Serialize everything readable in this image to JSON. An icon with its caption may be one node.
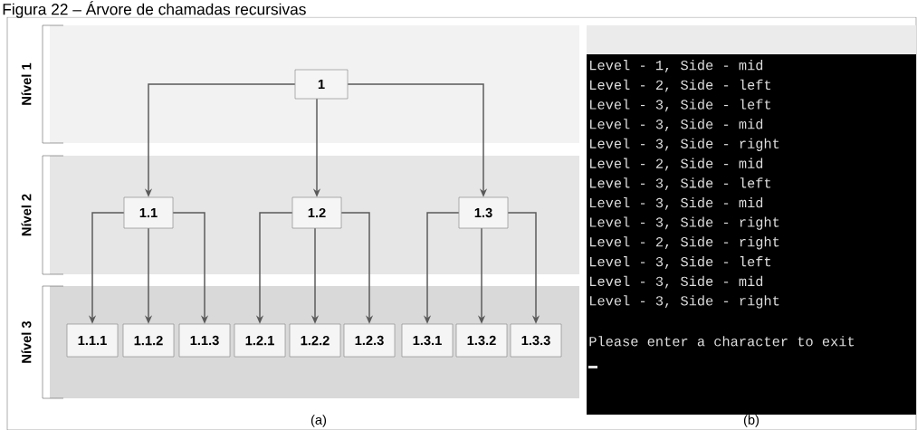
{
  "diagram": {
    "title": "Figura 22 – Árvore de chamadas recursivas",
    "nodes": [
      {
        "text": [
          "Nível 1"
        ]
      },
      {
        "text": [
          "Nível 2"
        ]
      },
      {
        "text": [
          "Nível 3"
        ]
      },
      {
        "text": [
          "1"
        ],
        "in": 0
      },
      {
        "text": [
          "1.1"
        ],
        "in": 1
      },
      {
        "text": [
          "1.2"
        ],
        "in": 1
      },
      {
        "text": [
          "1.3"
        ],
        "in": 1
      },
      {
        "text": [
          "1.1.1"
        ],
        "in": 2
      },
      {
        "text": [
          "1.1.2"
        ],
        "in": 2
      },
      {
        "text": [
          "1.1.3"
        ],
        "in": 2
      },
      {
        "text": [
          "1.2.1"
        ],
        "in": 2
      },
      {
        "text": [
          "1.2.2"
        ],
        "in": 2
      },
      {
        "text": [
          "1.2.3"
        ],
        "in": 2
      },
      {
        "text": [
          "1.3.1"
        ],
        "in": 2
      },
      {
        "text": [
          "1.3.2"
        ],
        "in": 2
      },
      {
        "text": [
          "1.3.3"
        ],
        "in": 2
      }
    ],
    "edges": [
      {
        "from": 3,
        "to": 4,
        "arrow": "to"
      },
      {
        "from": 3,
        "to": 5,
        "arrow": "to"
      },
      {
        "from": 3,
        "to": 6,
        "arrow": "to"
      },
      {
        "from": 4,
        "to": 7,
        "arrow": "to"
      },
      {
        "from": 4,
        "to": 8,
        "arrow": "to"
      },
      {
        "from": 4,
        "to": 9,
        "arrow": "to"
      },
      {
        "from": 5,
        "to": 10,
        "arrow": "to"
      },
      {
        "from": 5,
        "to": 11,
        "arrow": "to"
      },
      {
        "from": 5,
        "to": 12,
        "arrow": "to"
      },
      {
        "from": 6,
        "to": 13,
        "arrow": "to"
      },
      {
        "from": 6,
        "to": 14,
        "arrow": "to"
      },
      {
        "from": 6,
        "to": 15,
        "arrow": "to"
      }
    ],
    "labels": [
      "Level - 1, Side - mid",
      "Level - 2, Side - left",
      "Level - 3, Side - left",
      "Level - 3, Side - mid",
      "Level - 3, Side - right",
      "Level - 2, Side - mid",
      "Level - 3, Side - left",
      "Level - 3, Side - mid",
      "Level - 3, Side - right",
      "Level - 2, Side - right",
      "Level - 3, Side - left",
      "Level - 3, Side - mid",
      "Level - 3, Side - right",
      "Please enter a character to exit",
      "(a)",
      "(b)"
    ]
  }
}
